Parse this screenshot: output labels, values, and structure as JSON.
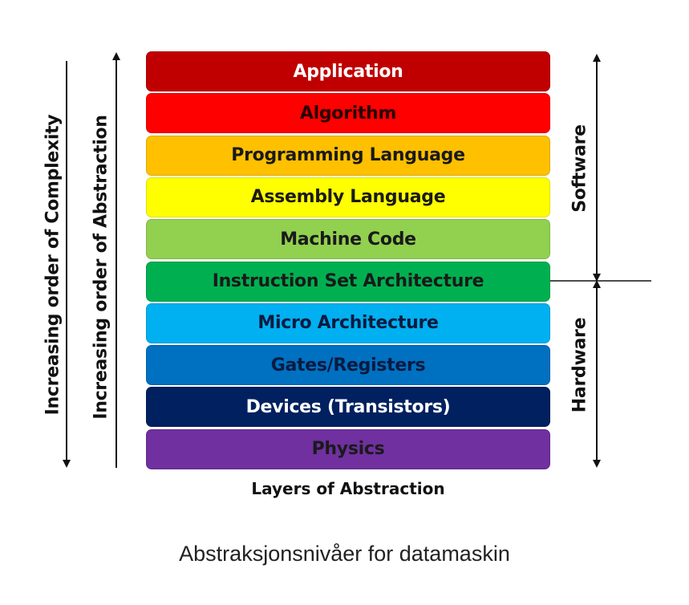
{
  "diagram": {
    "layers": [
      {
        "label": "Application",
        "bg": "#c00000",
        "fg": "#ffffff"
      },
      {
        "label": "Algorithm",
        "bg": "#ff0000",
        "fg": "#2b0000"
      },
      {
        "label": "Programming Language",
        "bg": "#ffc000",
        "fg": "#1a1a1a"
      },
      {
        "label": "Assembly Language",
        "bg": "#ffff00",
        "fg": "#1a1a1a"
      },
      {
        "label": "Machine Code",
        "bg": "#92d050",
        "fg": "#1a1a1a"
      },
      {
        "label": "Instruction Set Architecture",
        "bg": "#00b050",
        "fg": "#1a1a1a"
      },
      {
        "label": "Micro Architecture",
        "bg": "#00b0f0",
        "fg": "#0a1a40"
      },
      {
        "label": "Gates/Registers",
        "bg": "#0070c0",
        "fg": "#0a1a40"
      },
      {
        "label": "Devices (Transistors)",
        "bg": "#002060",
        "fg": "#ffffff"
      },
      {
        "label": "Physics",
        "bg": "#7030a0",
        "fg": "#1a1a1a"
      }
    ],
    "left_labels": {
      "complexity": "Increasing order of Complexity",
      "abstraction": "Increasing order of Abstraction"
    },
    "right_labels": {
      "software": "Software",
      "hardware": "Hardware"
    },
    "bottom_label": "Layers of Abstraction"
  },
  "caption": "Abstraksjonsnivåer for datamaskin"
}
